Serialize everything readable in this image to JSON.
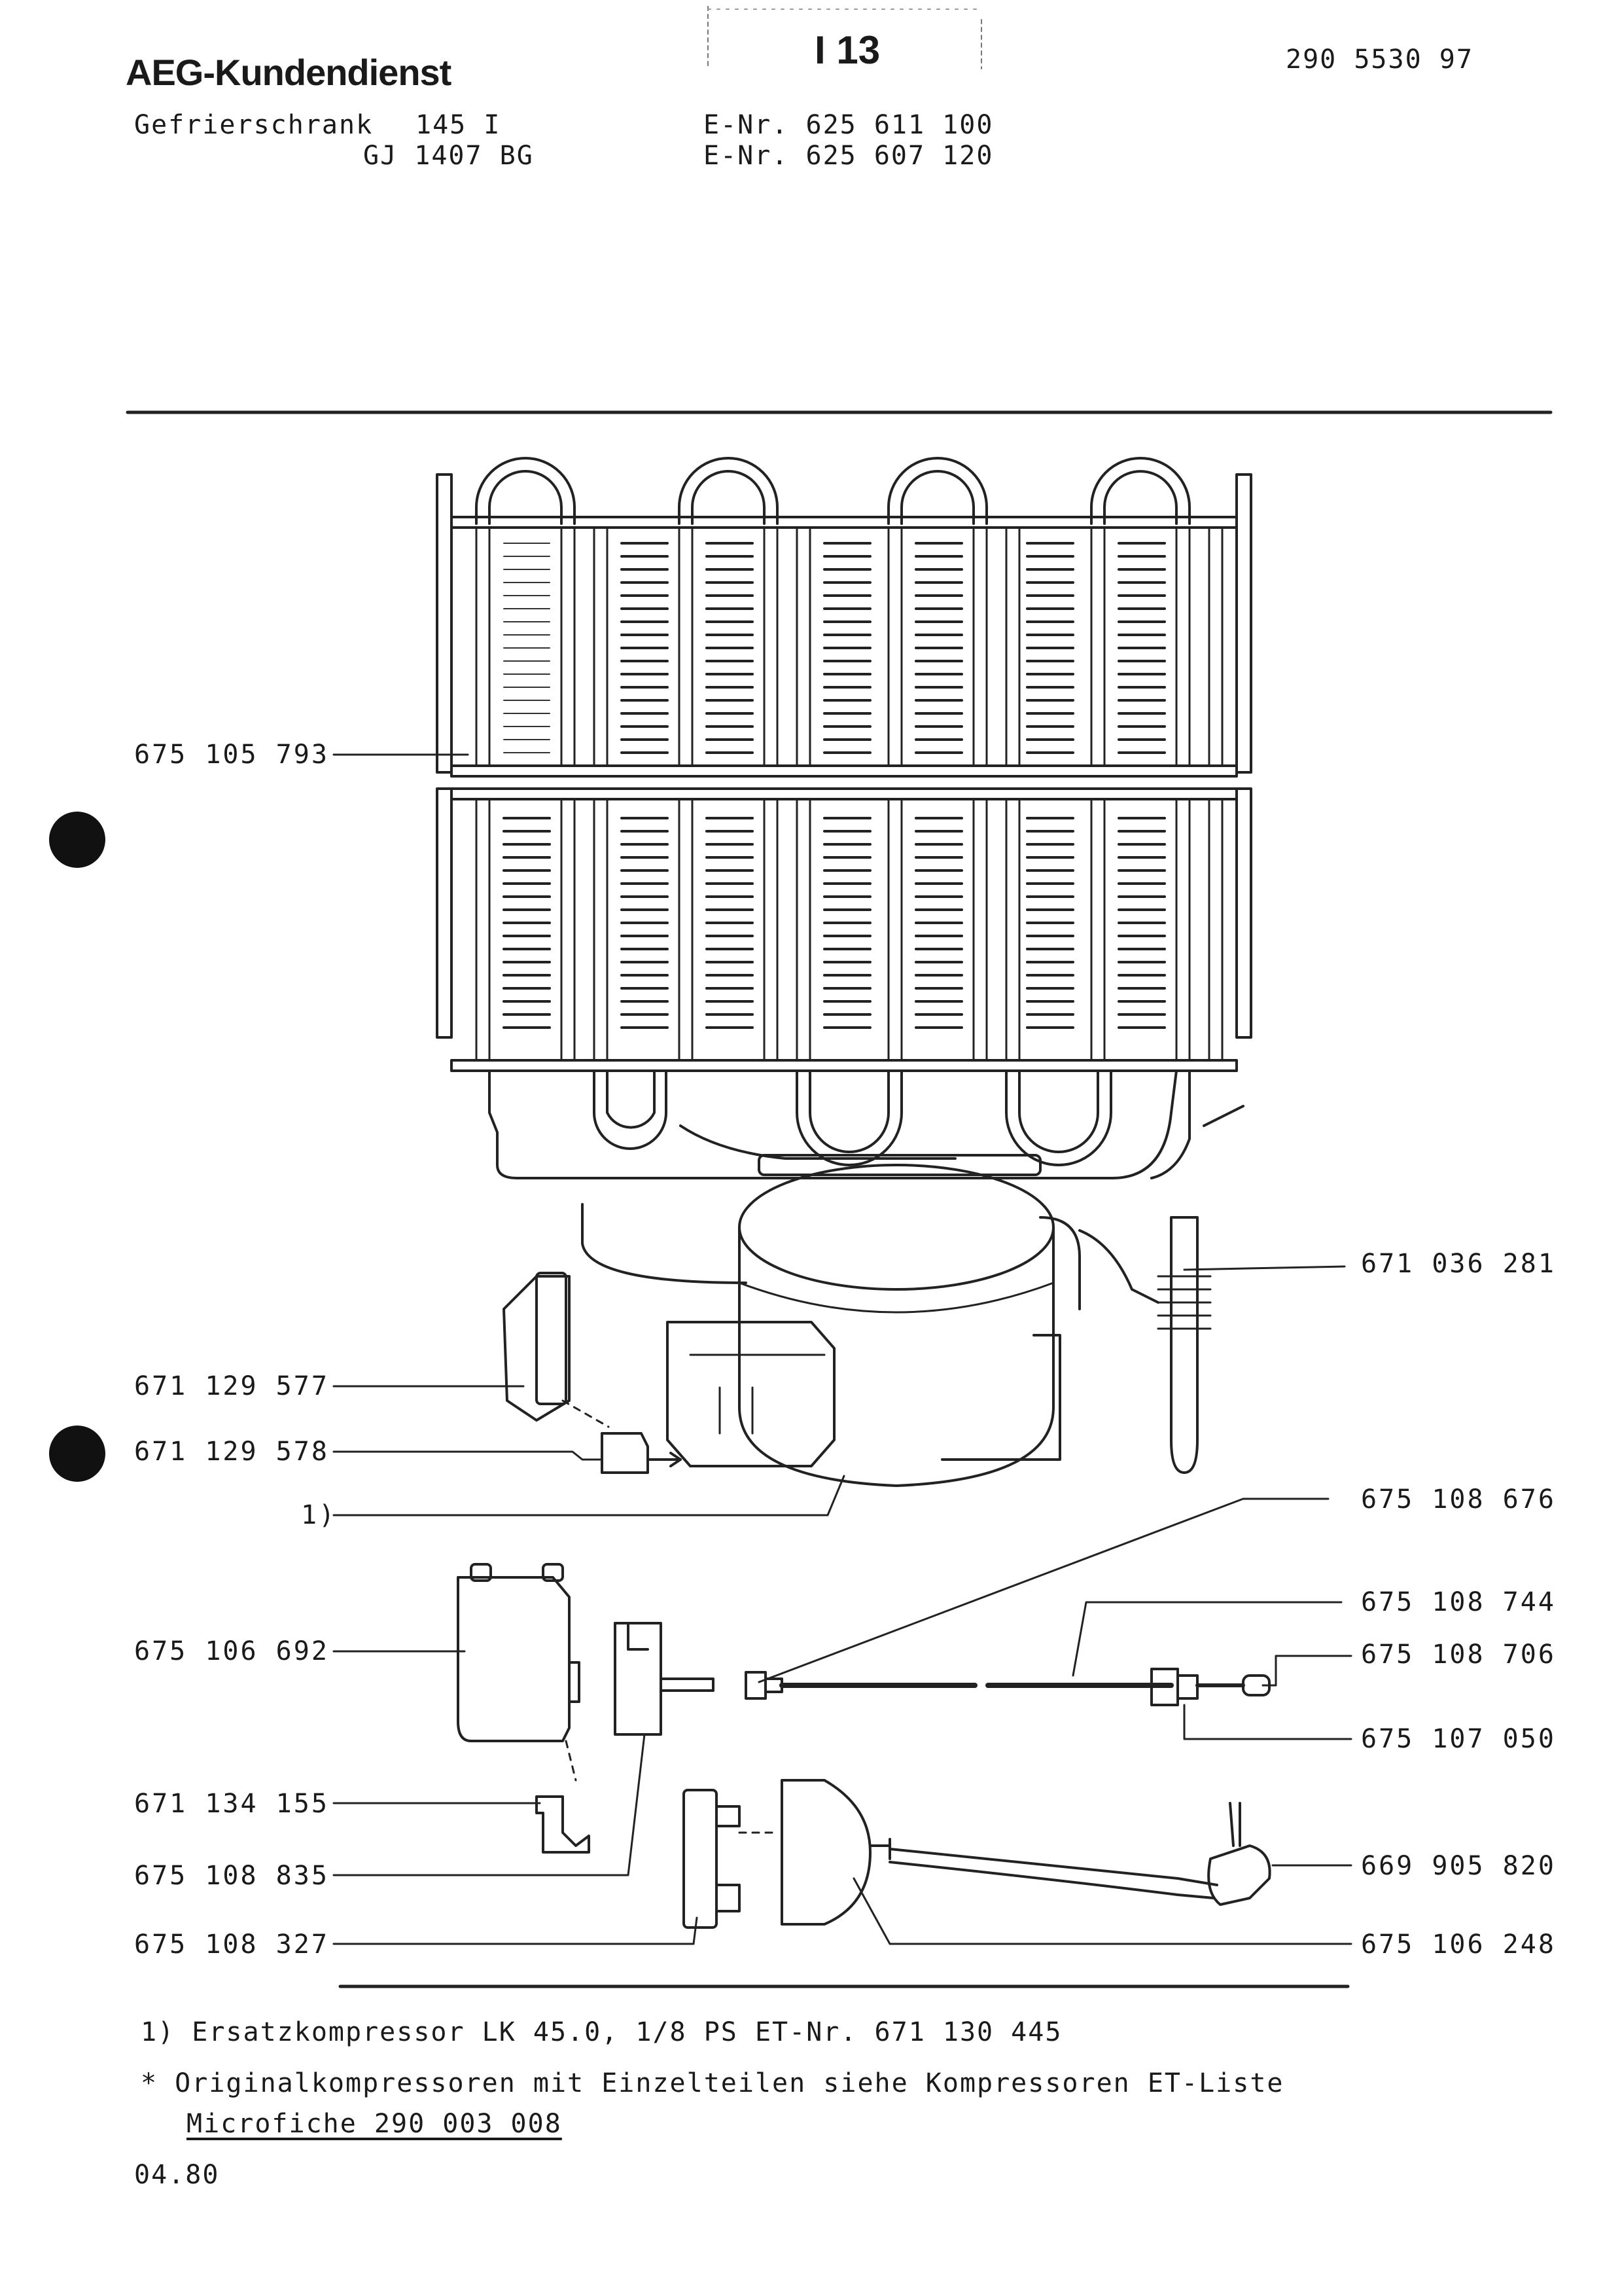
{
  "header": {
    "brand": "AEG-Kundendienst",
    "sheet_no": "I 13",
    "doc_no": "290 5530 97",
    "appliance_type": "Gefrierschrank",
    "model_1": "145 I",
    "model_2": "GJ 1407 BG",
    "enr_1": "E-Nr. 625 611 100",
    "enr_2": "E-Nr. 625 607 120"
  },
  "parts": {
    "condenser": "675 105 793",
    "thermostat_capillary": "671 036 281",
    "relay_cover": "671 129 577",
    "relay_clip": "671 129 578",
    "compressor_ref": "1)",
    "part_675108676": "675 108 676",
    "part_675108744": "675 108 744",
    "thermostat_box": "675 106 692",
    "part_675108706": "675 108 706",
    "part_675107050": "675 107 050",
    "part_671134155": "671 134 155",
    "part_675108835": "675 108 835",
    "mains_plug": "669 905 820",
    "part_675108327": "675 108 327",
    "part_675106248": "675 106 248"
  },
  "footnotes": {
    "note_1": "1) Ersatzkompressor LK 45.0, 1/8 PS  ET-Nr. 671 130 445",
    "note_2": "*  Originalkompressoren mit Einzelteilen siehe Kompressoren ET-Liste",
    "note_3": "Microfiche 290 003 008",
    "date": "04.80"
  }
}
